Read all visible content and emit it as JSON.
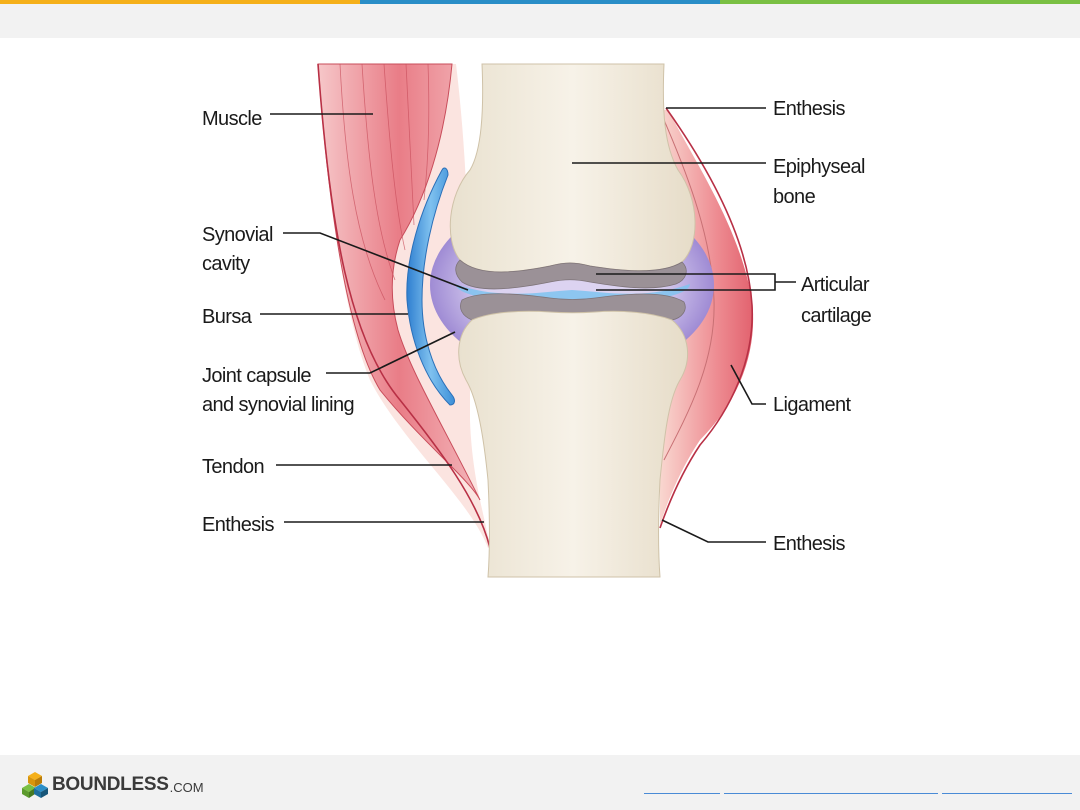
{
  "colors": {
    "stripe_orange": "#f5b01a",
    "stripe_blue": "#2a8ec7",
    "stripe_green": "#7ac043",
    "bone": "#f1ebdd",
    "muscle": "#e8707c",
    "bursa": "#5aa8e0",
    "capsule": "#b9a8de",
    "ligament": "#e46b75"
  },
  "labels": {
    "muscle": "Muscle",
    "synovial_cavity_1": "Synovial",
    "synovial_cavity_2": "cavity",
    "bursa": "Bursa",
    "joint_capsule_1": "Joint capsule",
    "joint_capsule_2": "and synovial lining",
    "tendon": "Tendon",
    "enthesis_left": "Enthesis",
    "enthesis_top_right": "Enthesis",
    "epiphyseal_1": "Epiphyseal",
    "epiphyseal_2": "bone",
    "articular_1": "Articular",
    "articular_2": "cartilage",
    "ligament": "Ligament",
    "enthesis_bottom_right": "Enthesis"
  },
  "footer": {
    "logo_text": "BOUNDLESS",
    "logo_sub": ".COM",
    "logo_icon": "cube-stack-icon"
  }
}
